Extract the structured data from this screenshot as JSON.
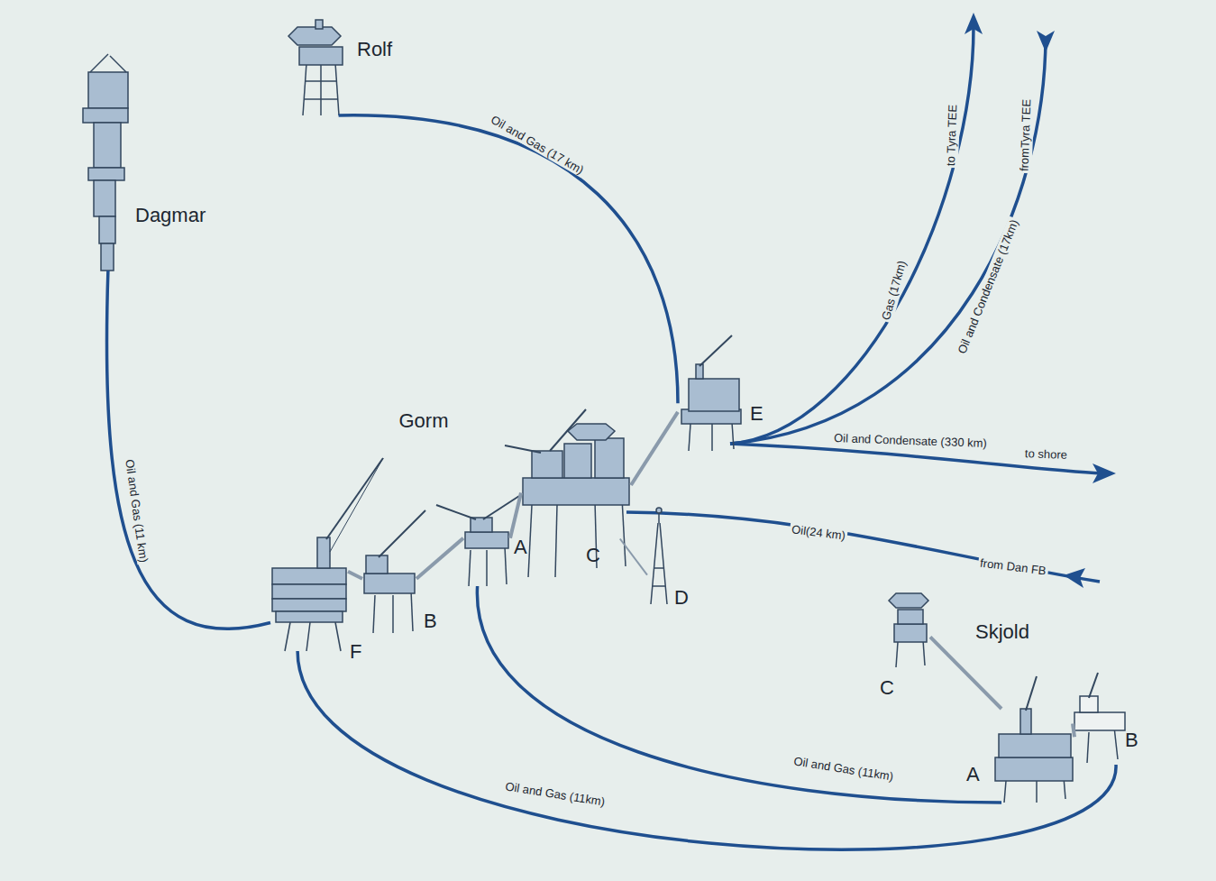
{
  "diagram": {
    "nodes": [
      {
        "text": [
          "Rolf"
        ]
      },
      {
        "text": [
          "Dagmar"
        ]
      },
      {
        "text": [
          "E"
        ]
      },
      {
        "text": [
          "F"
        ]
      },
      {
        "text": [
          "B"
        ]
      },
      {
        "text": [
          "A"
        ]
      },
      {
        "text": [
          "C"
        ]
      },
      {
        "text": [
          "D"
        ]
      },
      {
        "text": [
          "C"
        ]
      },
      {
        "text": [
          "A"
        ]
      },
      {
        "text": [
          "B"
        ]
      }
    ],
    "edges": [
      {
        "from": 0,
        "to": 2,
        "label": "Oil and Gas (17 km)",
        "arrow": "none"
      },
      {
        "from": 1,
        "to": 3,
        "label": "Oil and Gas (11 km)",
        "arrow": "none"
      },
      {
        "from": 3,
        "to": 4,
        "arrow": "none"
      },
      {
        "from": 4,
        "to": 5,
        "arrow": "none"
      },
      {
        "from": 5,
        "to": 6,
        "arrow": "none"
      },
      {
        "from": 6,
        "to": 2,
        "arrow": "none"
      },
      {
        "from": 6,
        "to": 7,
        "arrow": "none"
      },
      {
        "from": 9,
        "to": 5,
        "label": "Oil and Gas (11km)",
        "arrow": "none"
      },
      {
        "from": 10,
        "to": 3,
        "label": "Oil and Gas (11km)",
        "arrow": "none"
      },
      {
        "from": 9,
        "to": 8,
        "arrow": "none"
      },
      {
        "from": 9,
        "to": 10,
        "arrow": "none"
      }
    ],
    "labels": [
      "Gorm",
      "Skjold",
      "to Tyra TEE",
      "fromTyra TEE",
      "Gas (17km)",
      "Oil and Condensate (17km)",
      "Oil and Condensate (330 km)",
      "to shore",
      "Oil(24 km)",
      "from Dan FB"
    ]
  }
}
